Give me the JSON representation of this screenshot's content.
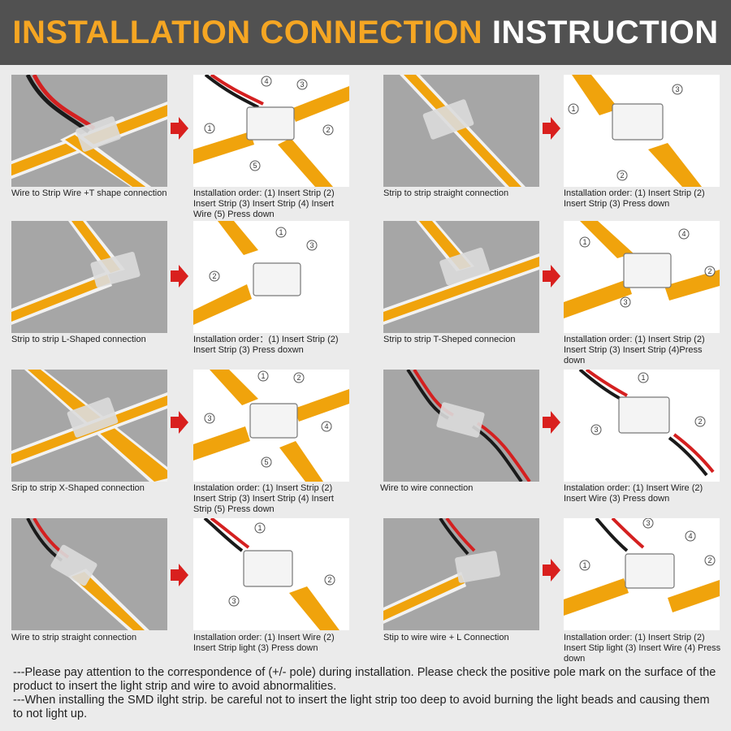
{
  "header": {
    "title_highlight": "INSTALLATION CONNECTION",
    "title_rest": "INSTRUCTION"
  },
  "colors": {
    "header_bg": "#515151",
    "title_accent": "#f5a623",
    "strip": "#f0a30c",
    "arrow": "#d9201e",
    "wire_red": "#d42020",
    "wire_black": "#1a1a1a"
  },
  "panels": [
    {
      "photo_caption": "Wire to Strip Wire +T shape connection",
      "instruction": "Installation order: (1) Insert Strip (2)\nInsert Strip (3) Insert Strip (4) Insert\nWire (5) Press down",
      "callouts": [
        "1",
        "2",
        "3",
        "4",
        "5"
      ]
    },
    {
      "photo_caption": "Strip to strip straight connection",
      "instruction": "Installation order: (1) Insert Strip (2)\nInsert Strip (3) Press down",
      "callouts": [
        "1",
        "2",
        "3"
      ]
    },
    {
      "photo_caption": "Strip to strip L-Shaped connection",
      "instruction": "Installation order：(1) Insert Strip (2)\nInsert Strip (3) Press doxwn",
      "callouts": [
        "1",
        "2",
        "3"
      ]
    },
    {
      "photo_caption": "Strip to strip T-Sheped connecion",
      "instruction": "Installation order: (1) Insert Strip (2)\nInsert Strip (3) Insert Strip (4)Press\ndown",
      "callouts": [
        "1",
        "2",
        "3",
        "4"
      ]
    },
    {
      "photo_caption": "Srip to strip X-Shaped connection",
      "instruction": "Instalation order: (1) Insert Strip (2)\nInsert Strip (3) Insert Strip (4) Insert\nStrip (5) Press down",
      "callouts": [
        "1",
        "2",
        "3",
        "4",
        "5"
      ]
    },
    {
      "photo_caption": "Wire to wire connection",
      "instruction": "Instalation order: (1) Insert Wire (2)\nInsert Wire (3) Press down",
      "callouts": [
        "1",
        "2",
        "3"
      ]
    },
    {
      "photo_caption": "Wire to strip straight connection",
      "instruction": "Installation order: (1) Insert Wire (2)\nInsert Strip light (3) Press down",
      "callouts": [
        "1",
        "2",
        "3"
      ]
    },
    {
      "photo_caption": "Stip to wire wire + L Connection",
      "instruction": "Installation order: (1) Insert Strip (2)\nInsert Stip light (3) Insert Wire (4) Press\ndown",
      "callouts": [
        "1",
        "2",
        "3",
        "4"
      ]
    }
  ],
  "notes": [
    "---Please pay attention to the correspondence of (+/- pole) during installation. Please check the positive pole mark on the surface of the product to insert the light strip and wire to avoid abnormalities.",
    "---When installing the SMD ilght strip. be careful not to insert the light strip too deep to avoid burning the light beads and causing them to not light up."
  ]
}
